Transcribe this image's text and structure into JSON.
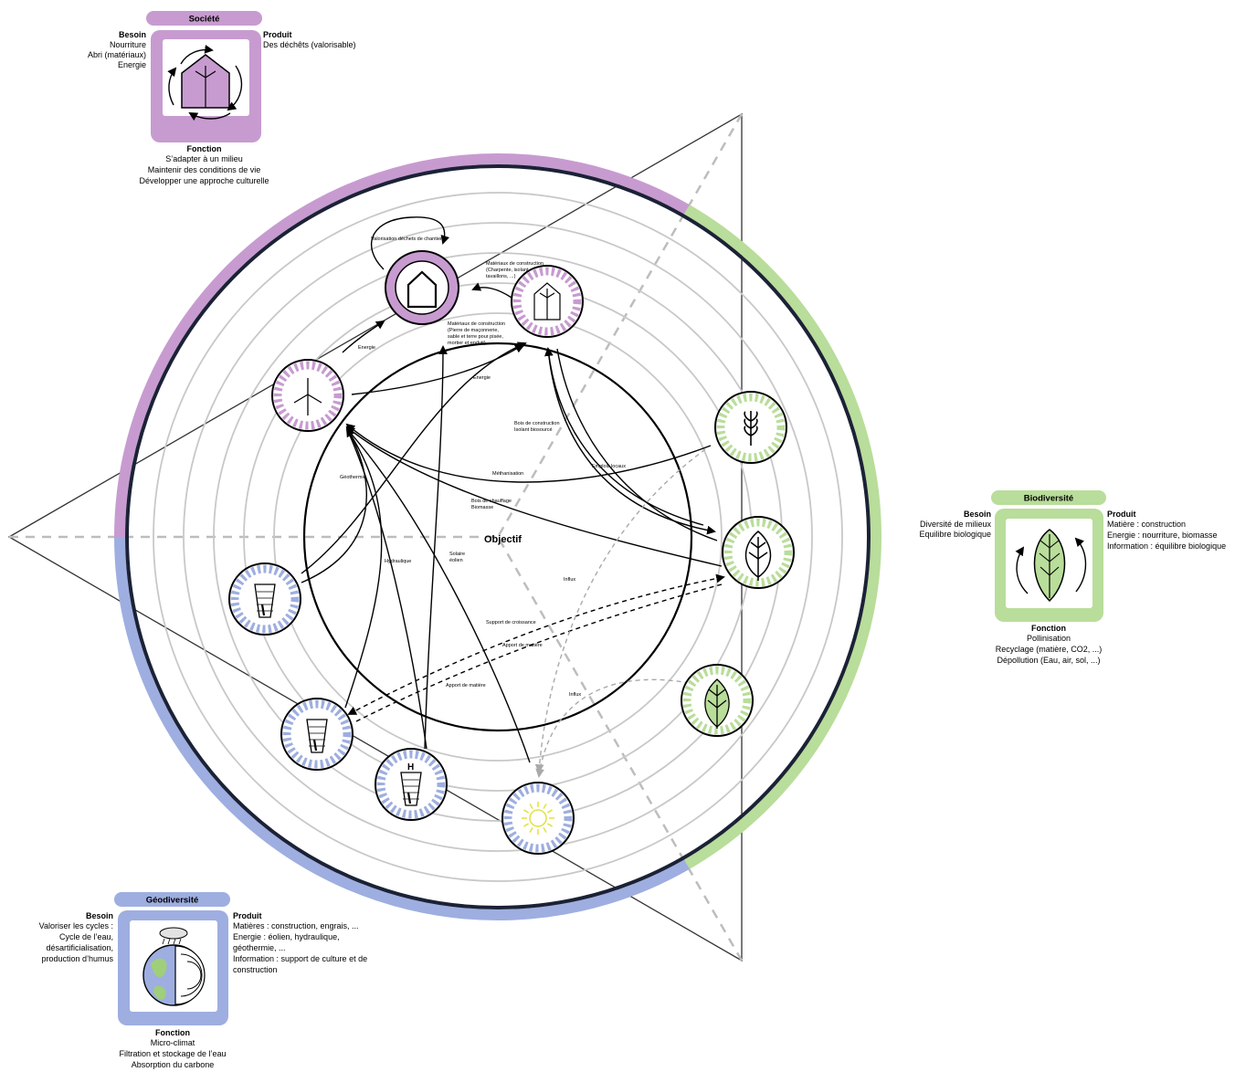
{
  "colors": {
    "societe": "#c79bd0",
    "societe_dark": "#b07cbd",
    "biodiversite": "#b9dd9a",
    "biodiversite_dark": "#9fcf7a",
    "geodiversite": "#9eaee0",
    "geodiversite_dark": "#8495d6",
    "ring_dark": "#1b2236",
    "grid_gray": "#c8c8c8"
  },
  "center": {
    "label": "Objectif"
  },
  "societe": {
    "title": "Société",
    "besoin_heading": "Besoin",
    "besoin_lines": [
      "Nourriture",
      "Abri (matériaux)",
      "Energie"
    ],
    "produit_heading": "Produit",
    "produit_lines": [
      "Des déchêts (valorisable)"
    ],
    "fonction_heading": "Fonction",
    "fonction_lines": [
      "S’adapter à un milieu",
      "Maintenir des conditions de vie",
      "Développer une approche culturelle"
    ],
    "icon": "house-wind-turbine-cycle-icon"
  },
  "biodiversite": {
    "title": "Biodiversité",
    "besoin_heading": "Besoin",
    "besoin_lines": [
      "Diversité de milieux",
      "Equilibre biologique"
    ],
    "produit_heading": "Produit",
    "produit_lines": [
      "Matière : construction",
      "Energie : nourriture, biomasse",
      "Information : équilibre biologique"
    ],
    "fonction_heading": "Fonction",
    "fonction_lines": [
      "Pollinisation",
      "Recyclage (matière, CO2, ...)",
      "Dépollution (Eau, air, sol, ...)"
    ],
    "icon": "leaf-cycle-icon"
  },
  "geodiversite": {
    "title": "Géodiversité",
    "besoin_heading": "Besoin",
    "besoin_lines": [
      "Valoriser les cycles :",
      "Cycle de l’eau,",
      "désartificialisation,",
      "production d’humus"
    ],
    "produit_heading": "Produit",
    "produit_lines": [
      "Matières : construction, engrais, ...",
      "Energie : éolien, hydraulique,",
      "géothermie, ...",
      "Information : support de culture et de",
      "construction"
    ],
    "fonction_heading": "Fonction",
    "fonction_lines": [
      "Micro-climat",
      "Filtration et stockage de l’eau",
      "Absorption du carbone"
    ],
    "icon": "earth-water-cycle-icon"
  },
  "nodes": [
    {
      "id": "house",
      "group": "societe",
      "icon": "house-icon"
    },
    {
      "id": "building",
      "group": "societe",
      "icon": "wind-house-icon"
    },
    {
      "id": "wind",
      "group": "societe",
      "icon": "wind-turbine-icon"
    },
    {
      "id": "wheat",
      "group": "biodiversite",
      "icon": "wheat-icon"
    },
    {
      "id": "leaf",
      "group": "biodiversite",
      "icon": "leaf-outline-icon"
    },
    {
      "id": "leaf2",
      "group": "biodiversite",
      "icon": "leaf-filled-icon"
    },
    {
      "id": "soil1",
      "group": "geodiversite",
      "icon": "soil-profile-icon"
    },
    {
      "id": "soil2",
      "group": "geodiversite",
      "icon": "soil-profile-icon"
    },
    {
      "id": "soilH",
      "group": "geodiversite",
      "icon": "soil-horizon-h-icon",
      "label": "H"
    },
    {
      "id": "sun",
      "group": "geodiversite",
      "icon": "sun-icon"
    }
  ],
  "flow_labels": {
    "valorisation": "Valorisation déchets de chantier",
    "materiaux1_l1": "Matériaux de construction",
    "materiaux1_l2": "(Charpente, isolant,",
    "materiaux1_l3": "tavaillons, ...)",
    "materiaux2_l1": "Matériaux de construction",
    "materiaux2_l2": "(Pierre de maçonnerie,",
    "materiaux2_l3": "sable et terre pour pisée,",
    "materiaux2_l4": "mortier et enduit)",
    "energie1": "Energie",
    "energie2": "Energie",
    "bois_l1": "Bois de construction",
    "bois_l2": "Isolant biosourcé",
    "emplois": "Emplois locaux",
    "methanisation": "Méthanisation",
    "chauffage_l1": "Bois de chauffage",
    "chauffage_l2": "Biomasse",
    "geothermie": "Géothermie",
    "hydraulique": "Hydraulique",
    "solaire_l1": "Solaire",
    "solaire_l2": "éolien",
    "influx1": "Influx",
    "influx2": "Influx",
    "support": "Support de croissance",
    "apport1": "Apport de matière",
    "apport2": "Apport de matière"
  }
}
